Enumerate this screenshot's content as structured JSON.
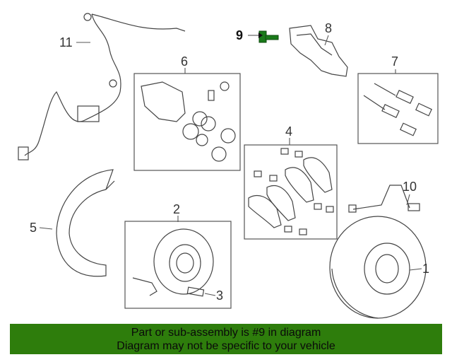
{
  "diagram": {
    "callouts": {
      "c1": "1",
      "c2": "2",
      "c3": "3",
      "c4": "4",
      "c5": "5",
      "c6": "6",
      "c7": "7",
      "c8": "8",
      "c9": "9",
      "c10": "10",
      "c11": "11"
    },
    "highlight_color": "#1a7a1a"
  },
  "banner": {
    "line1": "Part or sub-assembly is #9 in diagram",
    "line2": "Diagram may not be specific to your vehicle",
    "background": "#2e7d0c"
  }
}
